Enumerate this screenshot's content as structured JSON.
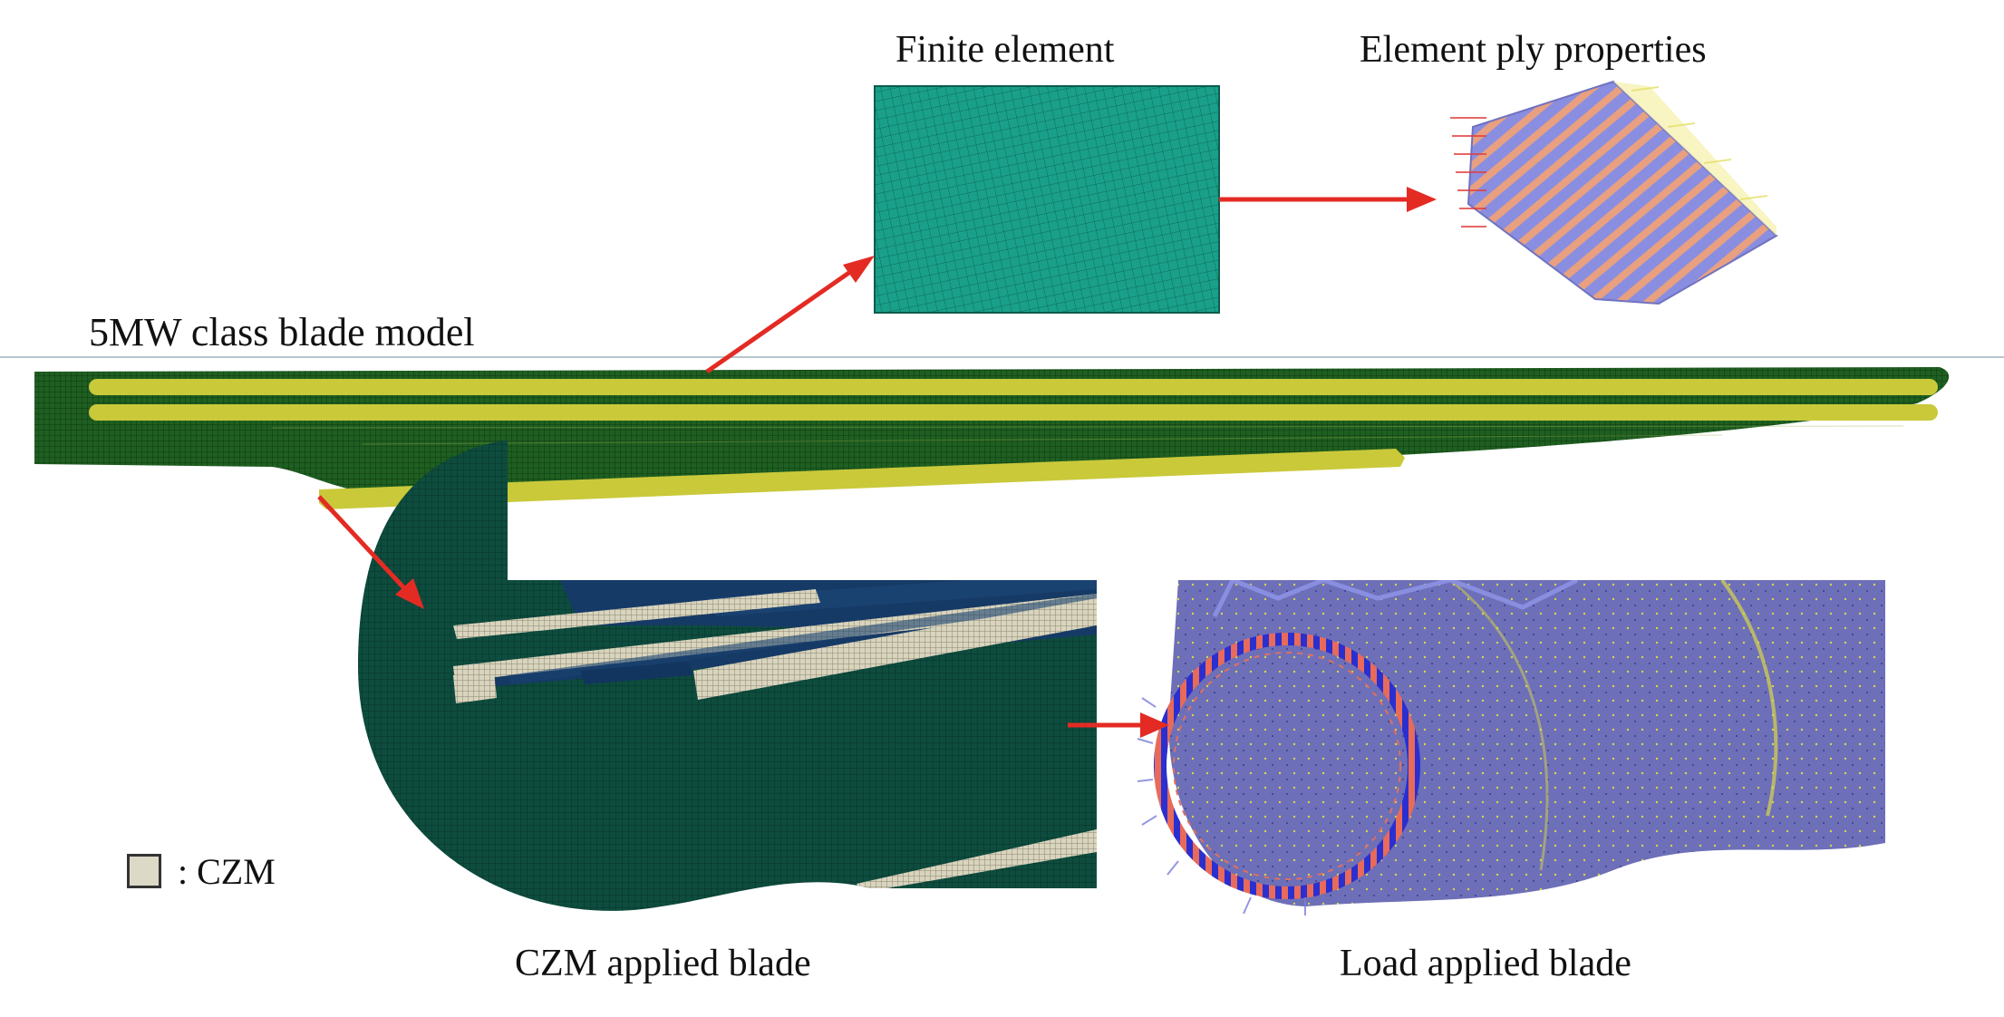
{
  "labels": {
    "finite_element": "Finite element",
    "element_ply": "Element ply properties",
    "blade_model": "5MW class blade model",
    "czm_applied": "CZM applied blade",
    "load_applied": "Load applied blade"
  },
  "legend": {
    "label": ": CZM",
    "swatch_color": "#dcd9c6"
  },
  "colors": {
    "mesh_teal": "#1aa08a",
    "blade_green": "#1e5c1e",
    "spar_yellow": "#c9c93a",
    "czm_panel_green": "#0f4a3c",
    "load_purple": "#6d6fb8",
    "arrow_red": "#e32b24",
    "ply_orange": "#e8a080",
    "ply_blue": "#8a8ee0"
  },
  "icons": {
    "arrow": "red-arrow-icon",
    "legend": "czm-swatch-icon"
  }
}
